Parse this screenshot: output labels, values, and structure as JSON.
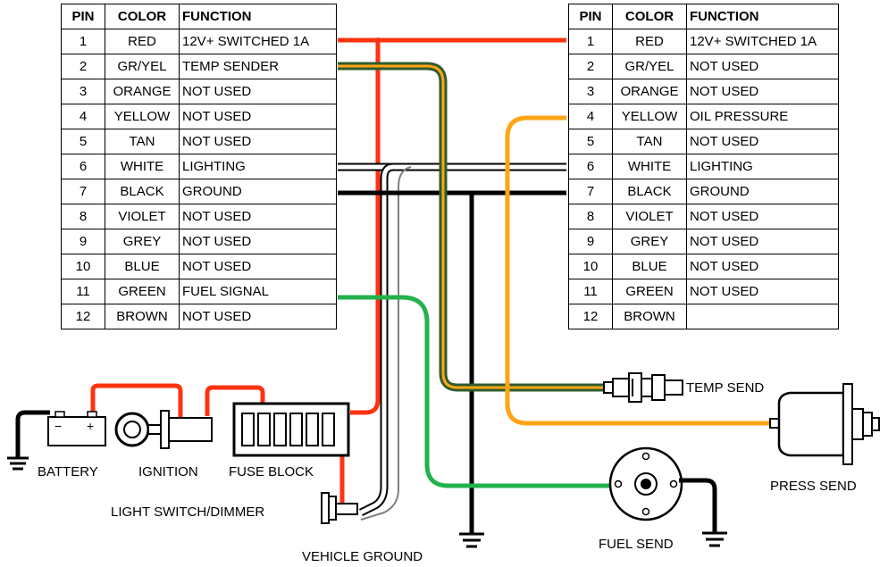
{
  "left_table": {
    "headers": {
      "pin": "PIN",
      "color": "COLOR",
      "function": "FUNCTION"
    },
    "rows": [
      {
        "pin": "1",
        "color": "RED",
        "function": "12V+ SWITCHED 1A"
      },
      {
        "pin": "2",
        "color": "GR/YEL",
        "function": "TEMP SENDER"
      },
      {
        "pin": "3",
        "color": "ORANGE",
        "function": "NOT USED"
      },
      {
        "pin": "4",
        "color": "YELLOW",
        "function": "NOT USED"
      },
      {
        "pin": "5",
        "color": "TAN",
        "function": "NOT USED"
      },
      {
        "pin": "6",
        "color": "WHITE",
        "function": "LIGHTING"
      },
      {
        "pin": "7",
        "color": "BLACK",
        "function": "GROUND"
      },
      {
        "pin": "8",
        "color": "VIOLET",
        "function": "NOT USED"
      },
      {
        "pin": "9",
        "color": "GREY",
        "function": "NOT USED"
      },
      {
        "pin": "10",
        "color": "BLUE",
        "function": "NOT USED"
      },
      {
        "pin": "11",
        "color": "GREEN",
        "function": "FUEL SIGNAL"
      },
      {
        "pin": "12",
        "color": "BROWN",
        "function": "NOT USED"
      }
    ]
  },
  "right_table": {
    "headers": {
      "pin": "PIN",
      "color": "COLOR",
      "function": "FUNCTION"
    },
    "rows": [
      {
        "pin": "1",
        "color": "RED",
        "function": "12V+ SWITCHED 1A"
      },
      {
        "pin": "2",
        "color": "GR/YEL",
        "function": "NOT USED"
      },
      {
        "pin": "3",
        "color": "ORANGE",
        "function": "NOT USED"
      },
      {
        "pin": "4",
        "color": "YELLOW",
        "function": "OIL PRESSURE"
      },
      {
        "pin": "5",
        "color": "TAN",
        "function": "NOT USED"
      },
      {
        "pin": "6",
        "color": "WHITE",
        "function": "LIGHTING"
      },
      {
        "pin": "7",
        "color": "BLACK",
        "function": "GROUND"
      },
      {
        "pin": "8",
        "color": "VIOLET",
        "function": "NOT USED"
      },
      {
        "pin": "9",
        "color": "GREY",
        "function": "NOT USED"
      },
      {
        "pin": "10",
        "color": "BLUE",
        "function": "NOT USED"
      },
      {
        "pin": "11",
        "color": "GREEN",
        "function": "NOT USED"
      },
      {
        "pin": "12",
        "color": "BROWN",
        "function": ""
      }
    ]
  },
  "components": {
    "battery": "BATTERY",
    "ignition": "IGNITION",
    "fuse_block": "FUSE BLOCK",
    "light_switch": "LIGHT SWITCH/DIMMER",
    "vehicle_ground": "VEHICLE GROUND",
    "fuel_send": "FUEL SEND",
    "temp_send": "TEMP SEND",
    "press_send": "PRESS SEND",
    "battery_minus": "−",
    "battery_plus": "+"
  },
  "wire_colors": {
    "red": "#ff3311",
    "orange": "#ffa515",
    "green": "#22b24c",
    "dark_green": "#2e5b2e",
    "black": "#000000",
    "grey": "#7f7f7f"
  }
}
